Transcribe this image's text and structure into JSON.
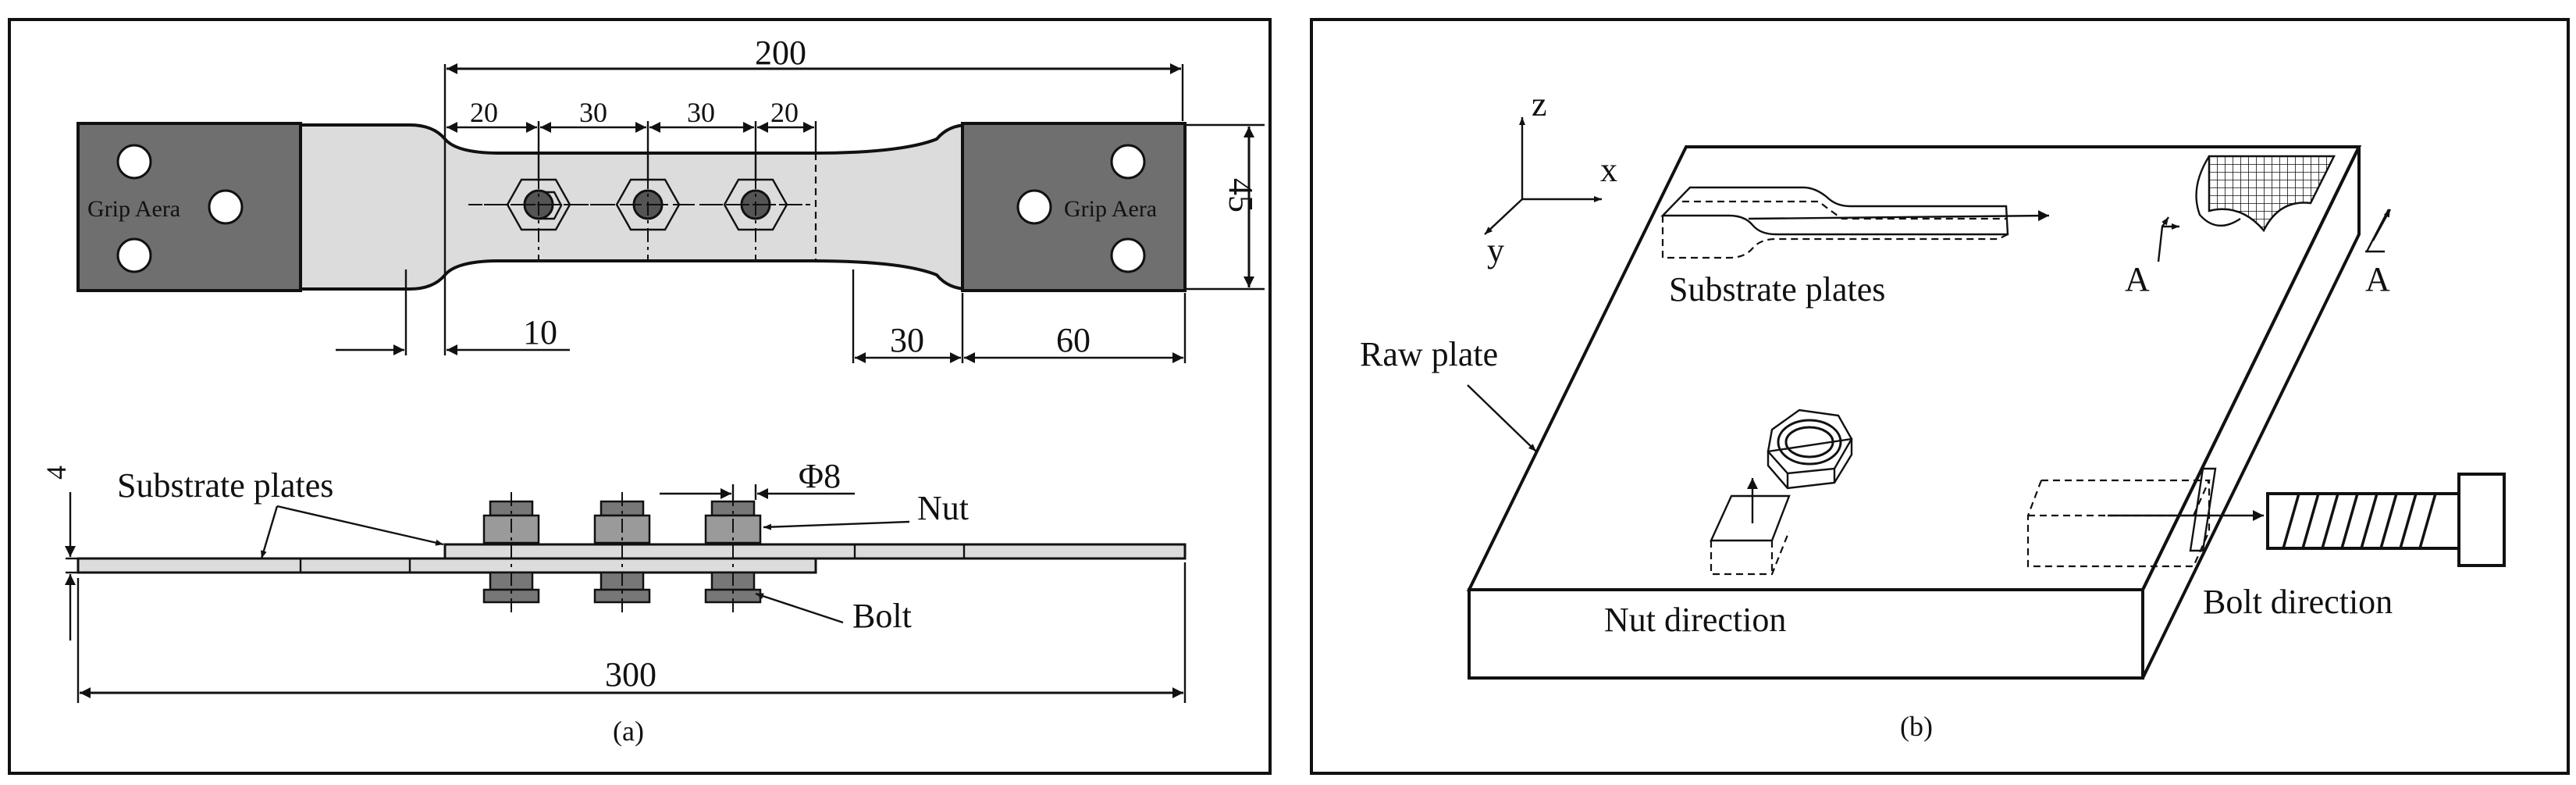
{
  "panel_a": {
    "caption": "(a)",
    "dim_200": "200",
    "dim_20_left": "20",
    "dim_30_a": "30",
    "dim_30_b": "30",
    "dim_20_right": "20",
    "dim_45": "45",
    "dim_10": "10",
    "dim_30_bottom": "30",
    "dim_60": "60",
    "grip_left": "Grip Aera",
    "grip_right": "Grip Aera",
    "dim_4": "4",
    "substrate_label": "Substrate plates",
    "dim_phi8": "Φ8",
    "nut_label": "Nut",
    "bolt_label": "Bolt",
    "dim_300": "300"
  },
  "panel_b": {
    "caption": "(b)",
    "axis_z": "z",
    "axis_x": "x",
    "axis_y": "y",
    "substrate_label": "Substrate plates",
    "raw_plate_label": "Raw plate",
    "section_a_left": "A",
    "section_a_right": "A",
    "nut_direction_label": "Nut direction",
    "bolt_direction_label": "Bolt direction"
  }
}
